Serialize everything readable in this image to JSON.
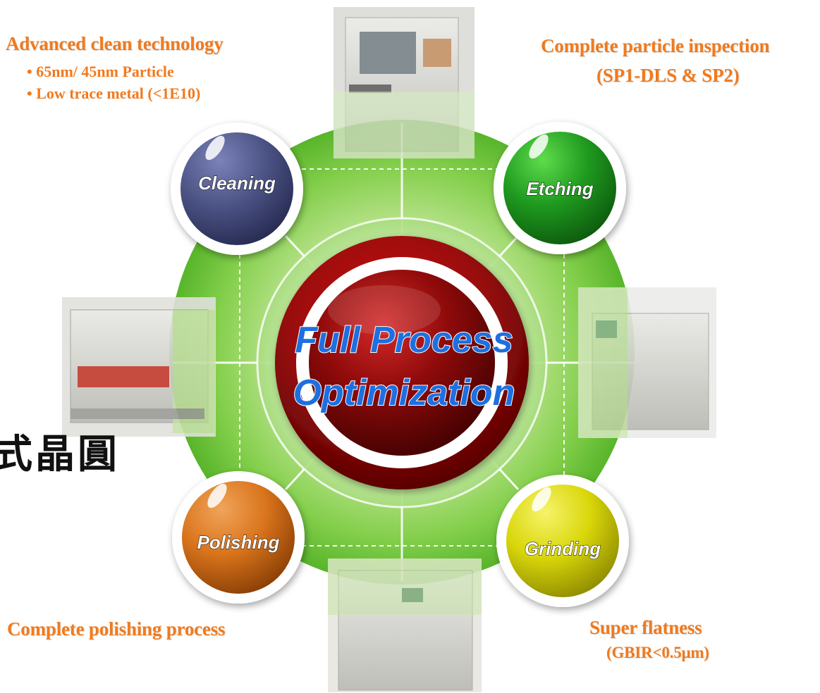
{
  "center": {
    "line1": "Full Process",
    "line2": "Optimization"
  },
  "nodes": {
    "cleaning": {
      "label": "Cleaning",
      "color": "#4e5586"
    },
    "etching": {
      "label": "Etching",
      "color": "#1f9a1f"
    },
    "polishing": {
      "label": "Polishing",
      "color": "#d9741b"
    },
    "grinding": {
      "label": "Grinding",
      "color": "#d9d60a"
    }
  },
  "annotations": {
    "top_left": {
      "title": "Advanced clean technology",
      "bullets": [
        "65nm/ 45nm Particle",
        "Low trace metal (<1E10)"
      ]
    },
    "top_right": {
      "line1": "Complete particle inspection",
      "line2": "(SP1-DLS & SP2)"
    },
    "bottom_left": {
      "title": "Complete polishing process"
    },
    "bottom_right": {
      "line1": "Super flatness",
      "line2": "(GBIR<0.5μm)"
    }
  },
  "side_text": "式晶圓",
  "equipment_images": [
    "equipment-photo-top",
    "equipment-photo-left",
    "equipment-photo-right",
    "equipment-photo-bottom"
  ],
  "colors": {
    "accent_text": "#f07a1e",
    "ring_green": "#7ec84a",
    "center_red": "#8b0a0a",
    "center_text": "#1e6fe0"
  }
}
